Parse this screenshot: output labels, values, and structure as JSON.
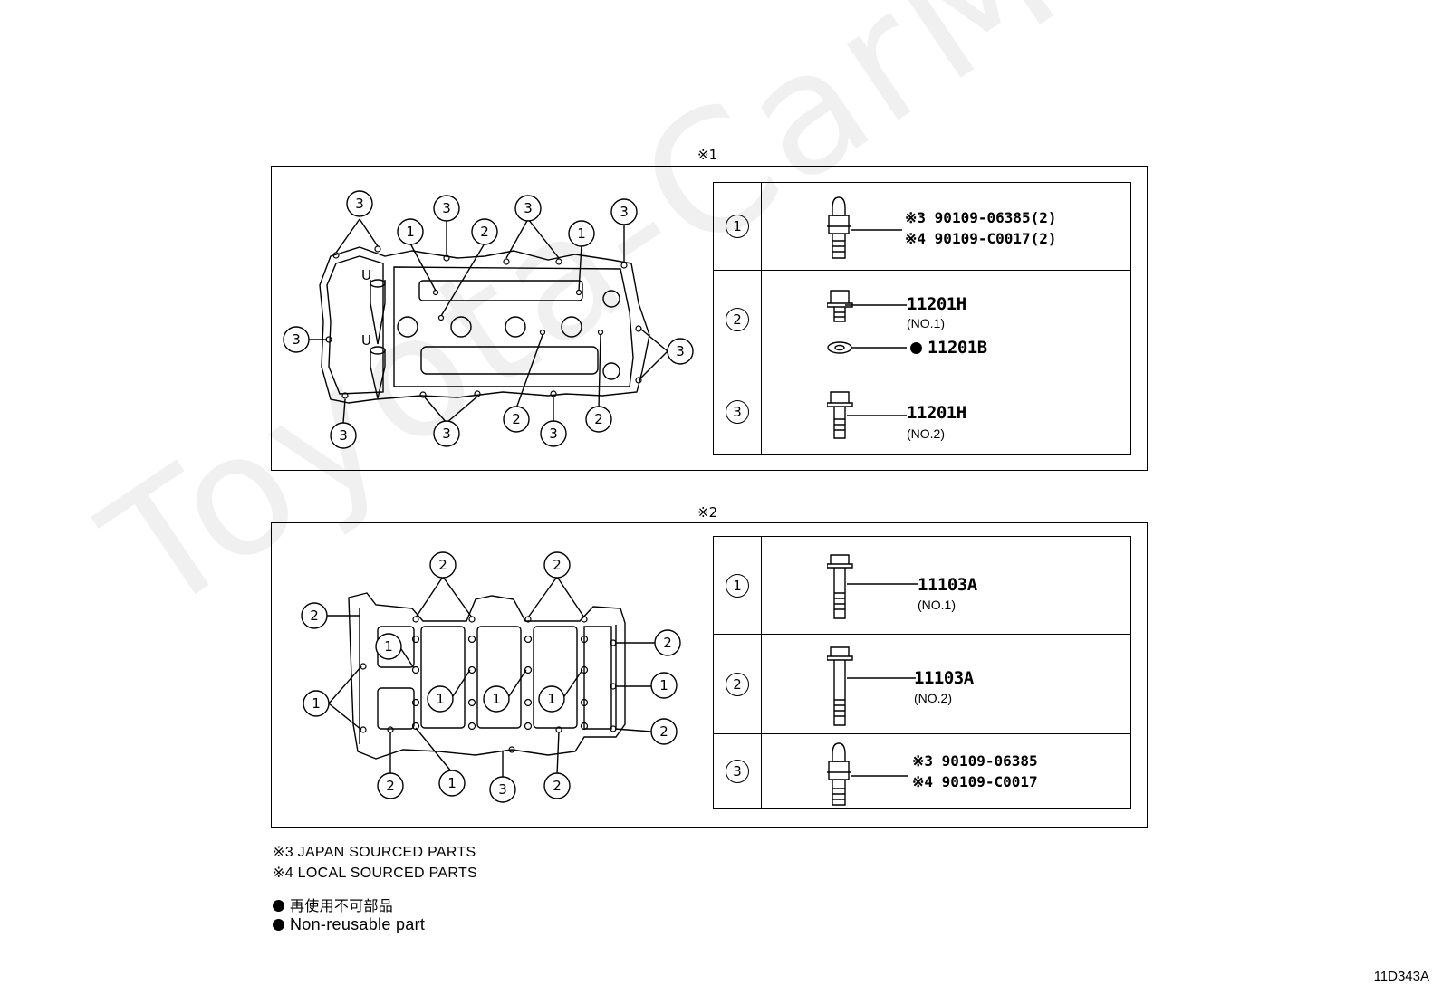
{
  "watermark": "Toyota-CarMe.ru",
  "panel1": {
    "mark": "※1",
    "callouts": [
      "1",
      "2",
      "3"
    ],
    "rows": [
      {
        "num": "1",
        "lines": [
          "※3 90109-06385(2)",
          "※4 90109-C0017(2)"
        ]
      },
      {
        "num": "2",
        "part": "11201H",
        "sub": "(NO.1)",
        "washer": "11201B"
      },
      {
        "num": "3",
        "part": "11201H",
        "sub": "(NO.2)"
      }
    ]
  },
  "panel2": {
    "mark": "※2",
    "callouts": [
      "1",
      "2",
      "3"
    ],
    "rows": [
      {
        "num": "1",
        "part": "11103A",
        "sub": "(NO.1)"
      },
      {
        "num": "2",
        "part": "11103A",
        "sub": "(NO.2)"
      },
      {
        "num": "3",
        "lines": [
          "※3 90109-06385",
          "※4 90109-C0017"
        ]
      }
    ]
  },
  "notes": {
    "japan": "※3 JAPAN SOURCED PARTS",
    "local": "※4 LOCAL SOURCED PARTS",
    "nonreusable_jp": "再使用不可部品",
    "nonreusable_en": "Non-reusable part"
  },
  "figure_code": "11D343A"
}
